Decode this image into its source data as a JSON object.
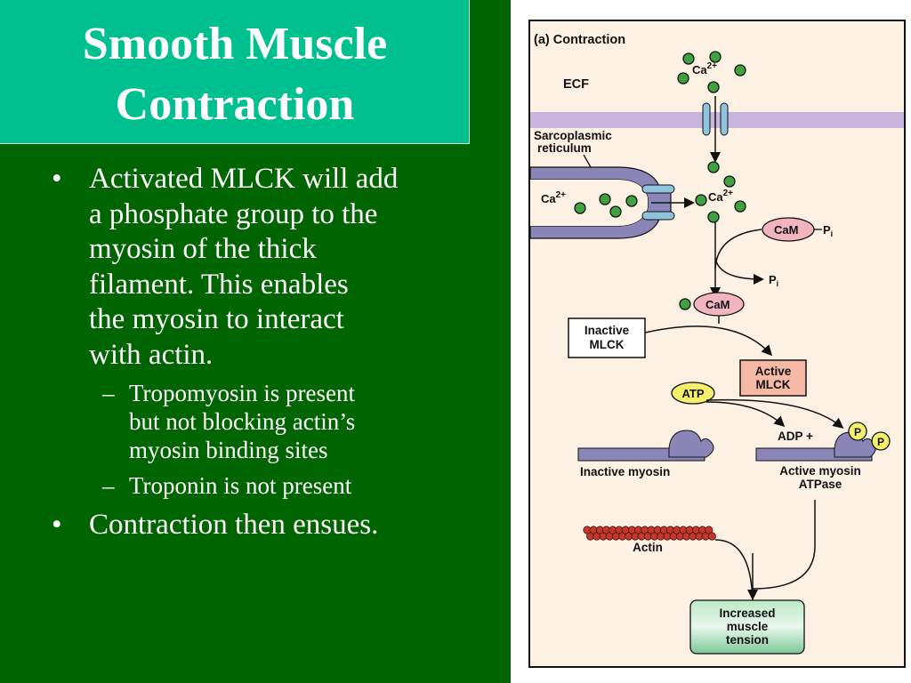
{
  "slide": {
    "title_line1": "Smooth Muscle",
    "title_line2": "Contraction",
    "bullet1_lines": [
      "Activated MLCK will add",
      "a phosphate group to the",
      "myosin of the thick",
      "filament.  This enables",
      "the myosin to interact",
      "with actin."
    ],
    "sub1_lines": [
      "Tropomyosin is present",
      "but not blocking actin’s",
      "myosin binding sites"
    ],
    "sub2": "Troponin is not present",
    "bullet2": "Contraction then ensues.",
    "bullet_char": "•",
    "dash_char": "–"
  },
  "figure": {
    "panel_label": "(a) Contraction",
    "ecf": "ECF",
    "ca": "Ca",
    "ca_charge": "2+",
    "sr_line1": "Sarcoplasmic",
    "sr_line2": "reticulum",
    "cam": "CaM",
    "pi": "P",
    "pi_sub": "i",
    "inactive_mlck_line1": "Inactive",
    "inactive_mlck_line2": "MLCK",
    "active_mlck_line1": "Active",
    "active_mlck_line2": "MLCK",
    "atp": "ATP",
    "adp": "ADP +",
    "p": "P",
    "inactive_myosin": "Inactive myosin",
    "active_myosin_line1": "Active myosin",
    "active_myosin_line2": "ATPase",
    "actin": "Actin",
    "tension_line1": "Increased",
    "tension_line2": "muscle",
    "tension_line3": "tension"
  },
  "colors": {
    "slide_bg": "#006400",
    "title_bg": "#00c090",
    "figure_bg": "#fdf1e3",
    "membrane": "#c8b4dc",
    "ion_green": "#3ea33e",
    "sr_purple": "#8a86b8",
    "cam_pink": "#f2b5c0",
    "active_mlck": "#f5b9a6",
    "atp_yellow": "#f4f06a",
    "actin_red": "#c0392b",
    "tension_green": "#9ad7a8"
  }
}
